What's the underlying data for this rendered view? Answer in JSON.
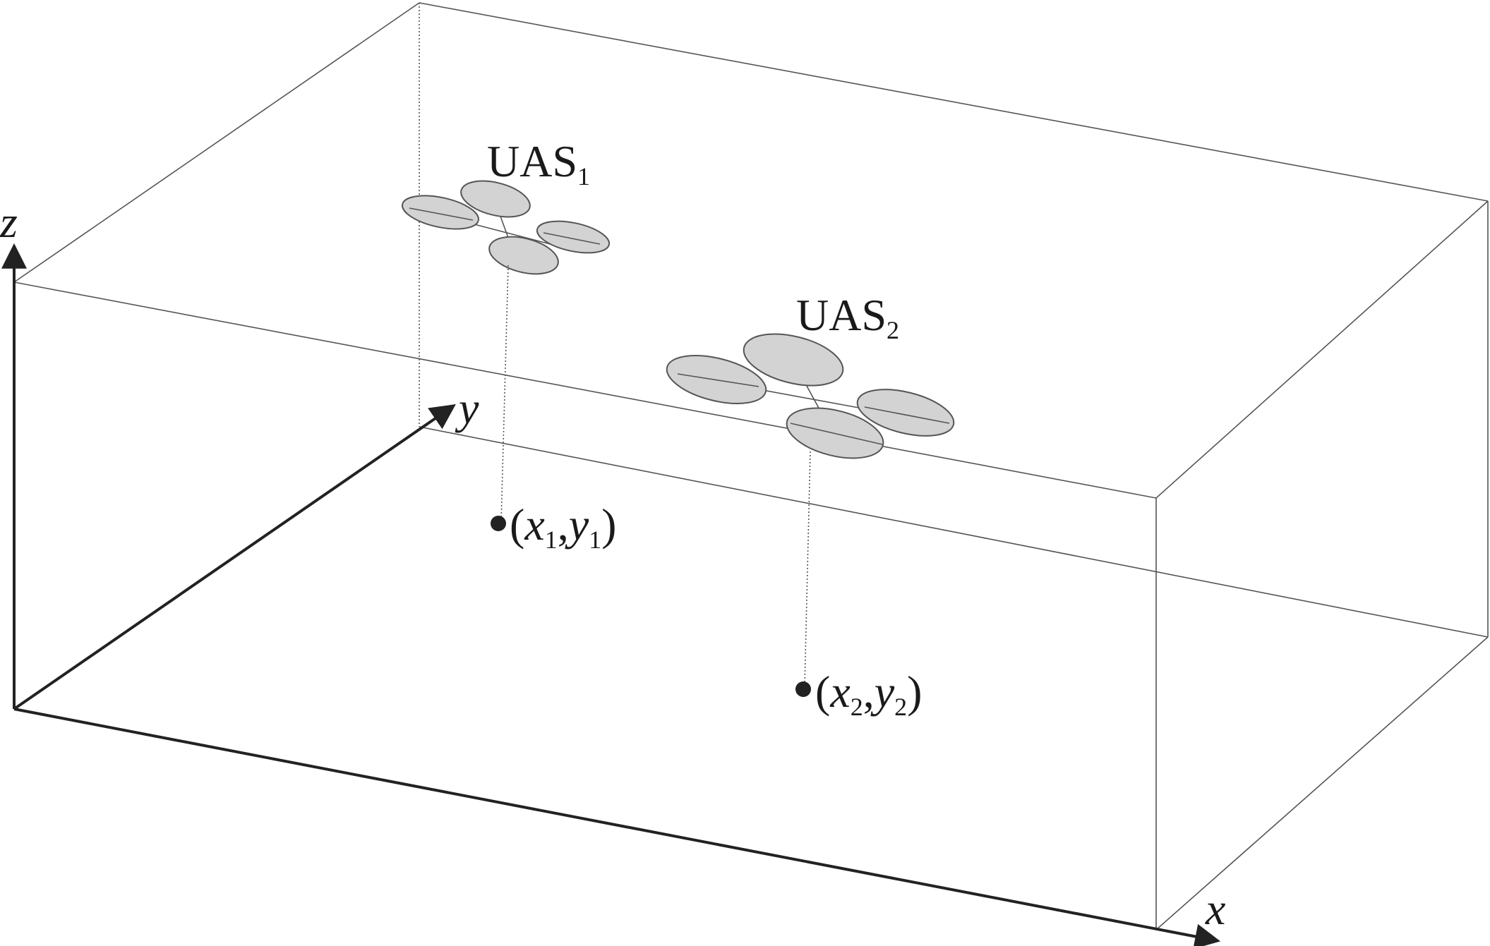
{
  "axes": {
    "x": "x",
    "y": "y",
    "z": "z"
  },
  "uas": [
    {
      "name": "UAS",
      "index": "1",
      "coord": {
        "open": "(",
        "x": "x",
        "xi": "1",
        "sep": ",",
        "y": "y",
        "yi": "1",
        "close": ")"
      }
    },
    {
      "name": "UAS",
      "index": "2",
      "coord": {
        "open": "(",
        "x": "x",
        "xi": "2",
        "sep": ",",
        "y": "y",
        "yi": "2",
        "close": ")"
      }
    }
  ],
  "colors": {
    "line": "#555555",
    "axis": "#222222",
    "rotor_fill": "#d3d3d3",
    "text": "#1a1a1a"
  }
}
